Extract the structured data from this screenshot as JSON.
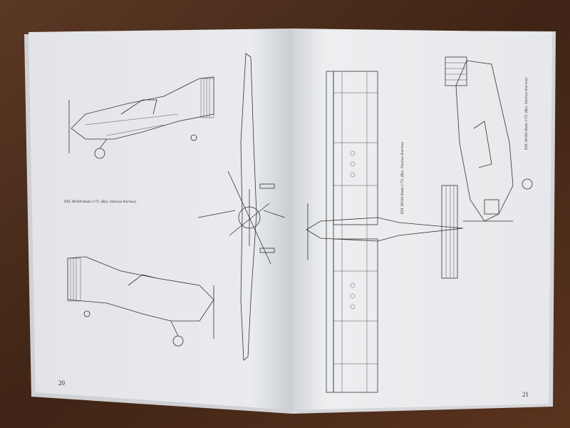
{
  "book": {
    "left_page": {
      "page_number": "20",
      "caption_top": "PZL M18A Skała 1/72. (Rys. Dariusz Karnas)"
    },
    "right_page": {
      "page_number": "21",
      "caption_center": "PZL M18A Skała 1/72. (Rys. Dariusz Karnas)",
      "caption_right": "PZL M18A Skała 1/72. (Rys. Dariusz Karnas)"
    }
  },
  "colors": {
    "wood": "#4a2c1a",
    "paper": "#e9ebee",
    "ink": "#333333"
  }
}
